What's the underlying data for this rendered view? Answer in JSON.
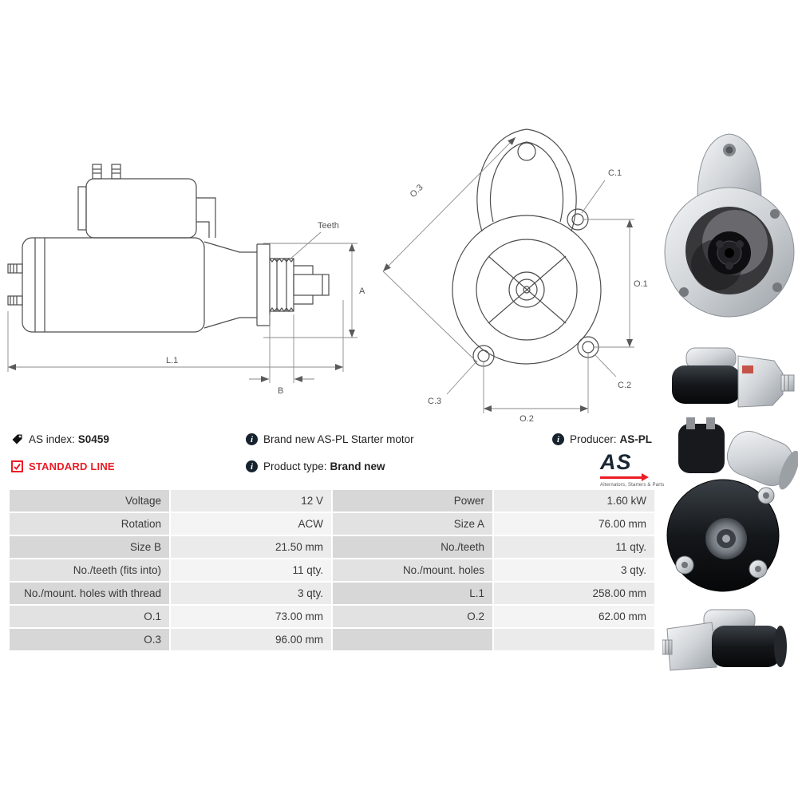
{
  "meta": {
    "as_index_label": "AS index:",
    "as_index_value": "S0459",
    "standard_line_label": "STANDARD LINE",
    "description": "Brand new AS-PL Starter motor",
    "product_type_label": "Product type:",
    "product_type_value": "Brand new",
    "producer_label": "Producer:",
    "producer_value": "AS-PL"
  },
  "logo": {
    "text": "AS",
    "subtext": "Alternators, Starters & Parts"
  },
  "icons": {
    "info_glyph": "i",
    "tag_icon": "tag-icon",
    "checkbox_icon": "checked-checkbox-icon"
  },
  "colors": {
    "accent_red": "#ed1c24",
    "info_icon_bg": "#16222e",
    "table_label_odd": "#d7d7d7",
    "table_value_odd": "#ebebeb",
    "table_label_even": "#e2e2e2",
    "table_value_even": "#f4f4f4",
    "drawing_line": "#4d4d4d"
  },
  "diagram": {
    "side_view_labels": {
      "teeth": "Teeth",
      "a": "A",
      "l1": "L.1",
      "b": "B"
    },
    "front_view_labels": {
      "o1": "O.1",
      "o2": "O.2",
      "o3": "O.3",
      "c1": "C.1",
      "c2": "C.2",
      "c3": "C.3"
    }
  },
  "spec_table": {
    "rows": [
      {
        "label_left": "Voltage",
        "value_left": "12 V",
        "label_right": "Power",
        "value_right": "1.60 kW"
      },
      {
        "label_left": "Rotation",
        "value_left": "ACW",
        "label_right": "Size A",
        "value_right": "76.00 mm"
      },
      {
        "label_left": "Size B",
        "value_left": "21.50 mm",
        "label_right": "No./teeth",
        "value_right": "11 qty."
      },
      {
        "label_left": "No./teeth (fits into)",
        "value_left": "11 qty.",
        "label_right": "No./mount. holes",
        "value_right": "3 qty."
      },
      {
        "label_left": "No./mount. holes with thread",
        "value_left": "3 qty.",
        "label_right": "L.1",
        "value_right": "258.00 mm"
      },
      {
        "label_left": "O.1",
        "value_left": "73.00 mm",
        "label_right": "O.2",
        "value_right": "62.00 mm"
      },
      {
        "label_left": "O.3",
        "value_left": "96.00 mm",
        "label_right": "",
        "value_right": ""
      }
    ]
  }
}
